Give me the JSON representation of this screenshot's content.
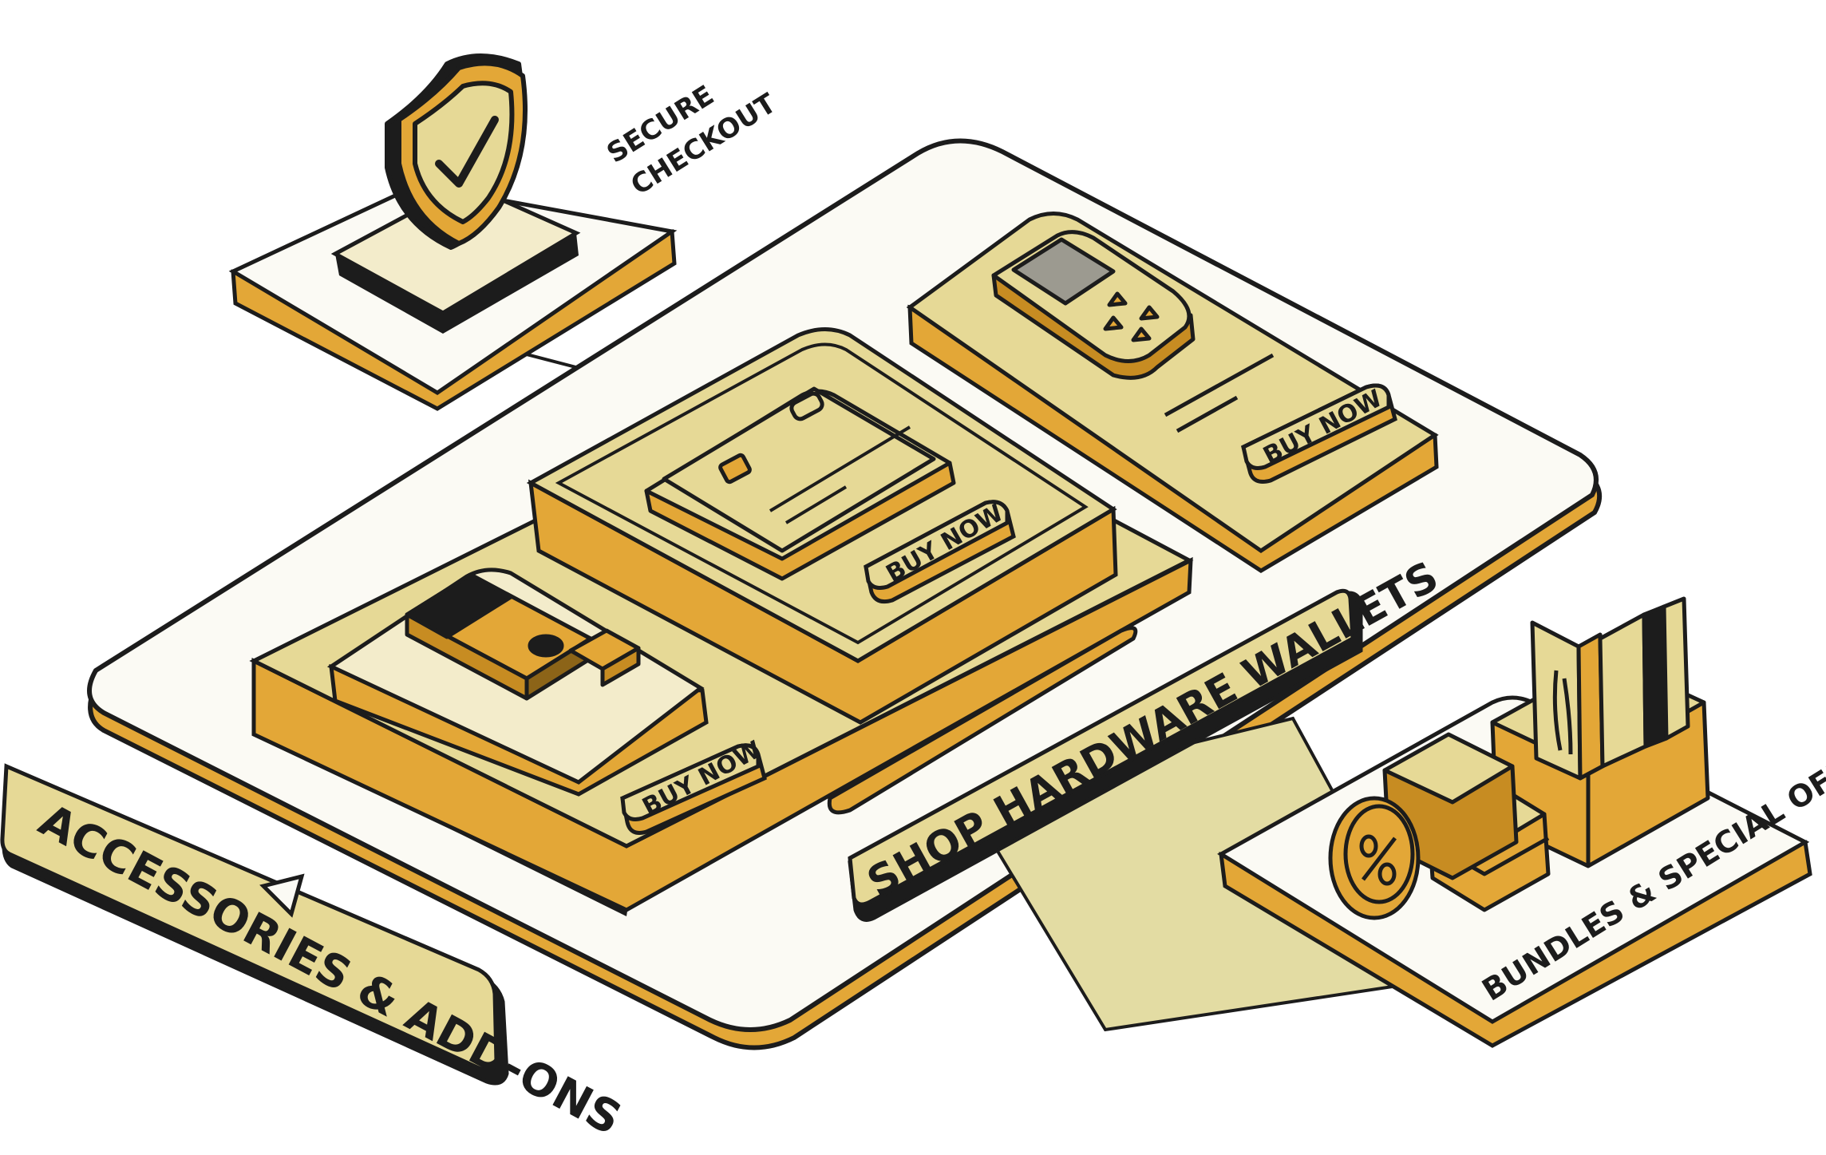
{
  "labels": {
    "secure_checkout_line1": "SECURE",
    "secure_checkout_line2": "CHECKOUT",
    "shop_hardware_wallets": "SHOP HARDWARE WALLETS",
    "accessories_addons": "ACCESSORIES & ADD-ONS",
    "bundles_offers": "BUNDLES & SPECIAL OFFERS"
  },
  "products": {
    "usb_wallet_cta": "BUY NOW",
    "card_wallet_cta": "BUY NOW",
    "screen_wallet_cta": "BUY NOW"
  },
  "icons": {
    "secure_checkout": "shield-check-icon",
    "usb_wallet": "usb-stick-icon",
    "card_wallet": "smart-card-icon",
    "screen_wallet": "handheld-device-icon",
    "bundles": "percent-badge-icon",
    "accessories_cables": "usb-cable-icon"
  },
  "colors": {
    "ink": "#1c1c1c",
    "panel_fill": "#e6d996",
    "panel_light": "#f3eccb",
    "orange": "#e3a737",
    "platform_white": "#fbfaf4",
    "screen_gray": "#9c9a90"
  }
}
